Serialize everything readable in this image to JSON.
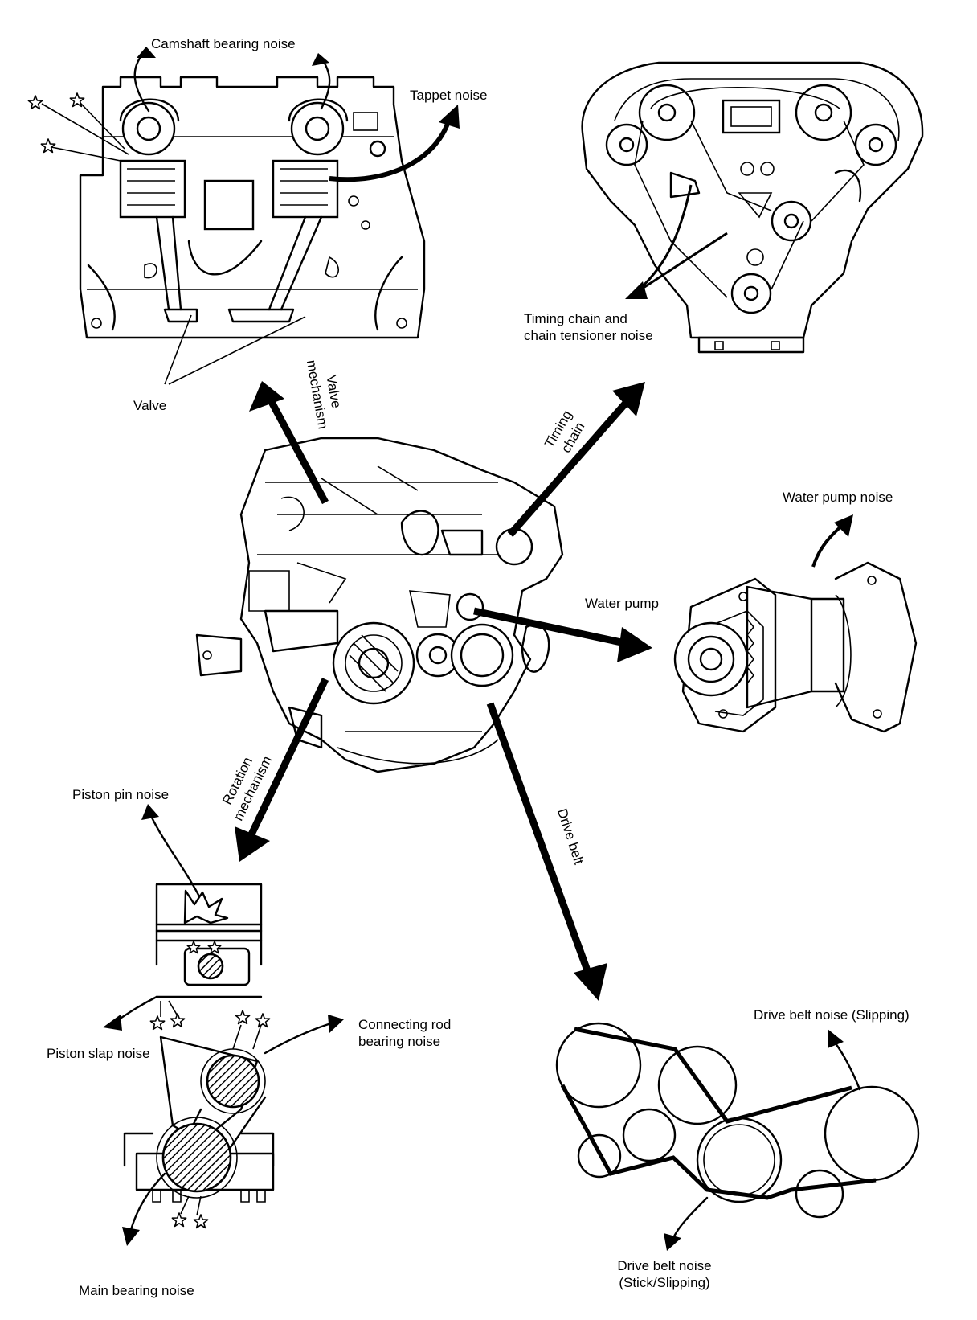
{
  "labels": {
    "camshaft_bearing_noise": "Camshaft bearing noise",
    "tappet_noise": "Tappet noise",
    "valve": "Valve",
    "valve_mechanism_line1": "Valve",
    "valve_mechanism_line2": "mechanism",
    "timing_chain_line1": "Timing",
    "timing_chain_line2": "chain",
    "timing_chain_noise_line1": "Timing chain and",
    "timing_chain_noise_line2": "chain tensioner noise",
    "water_pump_noise": "Water pump noise",
    "water_pump": "Water pump",
    "rotation_mechanism_line1": "Rotation",
    "rotation_mechanism_line2": "mechanism",
    "drive_belt": "Drive belt",
    "piston_pin_noise": "Piston pin noise",
    "piston_slap_noise": "Piston slap noise",
    "connecting_rod_line1": "Connecting rod",
    "connecting_rod_line2": "bearing noise",
    "main_bearing_noise": "Main bearing noise",
    "drive_belt_noise_slipping": "Drive belt noise (Slipping)",
    "drive_belt_noise_stick_line1": "Drive belt noise",
    "drive_belt_noise_stick_line2": "(Stick/Slipping)"
  },
  "icons": {
    "noise_point": "star-icon",
    "knock": "burst-icon"
  }
}
